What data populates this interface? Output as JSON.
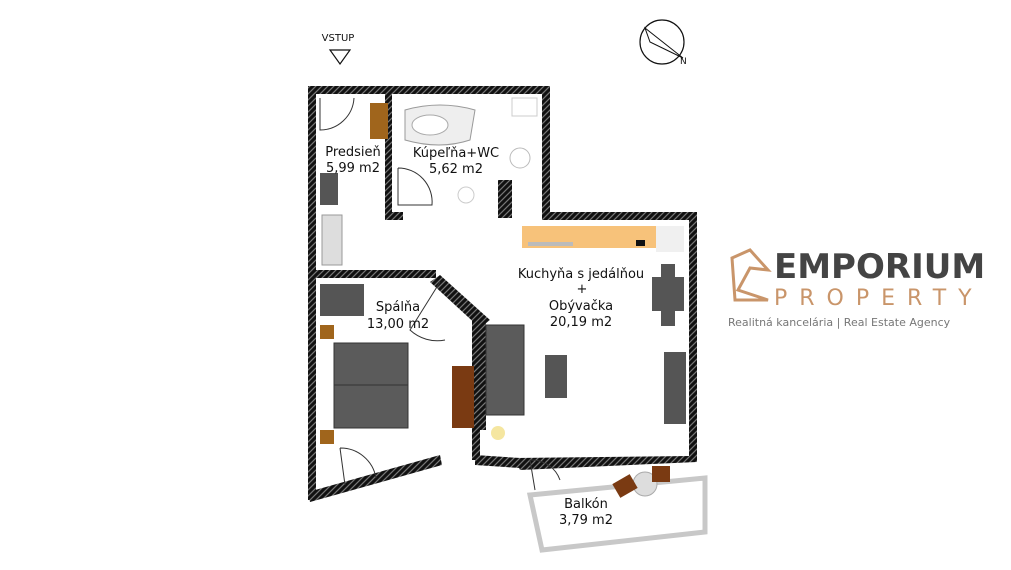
{
  "entrance": {
    "label": "VSTUP"
  },
  "compass": {
    "icon": "north-arrow-icon"
  },
  "rooms": [
    {
      "name": "Predsieň",
      "area": "5,99 m2"
    },
    {
      "name": "Kúpeľňa+WC",
      "area": "5,62 m2"
    },
    {
      "name": "Spálňa",
      "area": "13,00 m2"
    },
    {
      "name": "Kuchyňa s jedálňou",
      "plus": "+",
      "name2": "Obývačka",
      "area": "20,19 m2"
    },
    {
      "name": "Balkón",
      "area": "3,79 m2"
    }
  ],
  "watermark": {
    "brand": "EMPORIUM",
    "brand2": "PROPERTY",
    "tagline": "Realitná kancelária | Real Estate Agency"
  },
  "colors": {
    "wall": "#111111",
    "furniture": "#555555",
    "kitchen": "#f7c27a",
    "wood": "#7a3a12",
    "balcony": "#c8c8c8"
  }
}
